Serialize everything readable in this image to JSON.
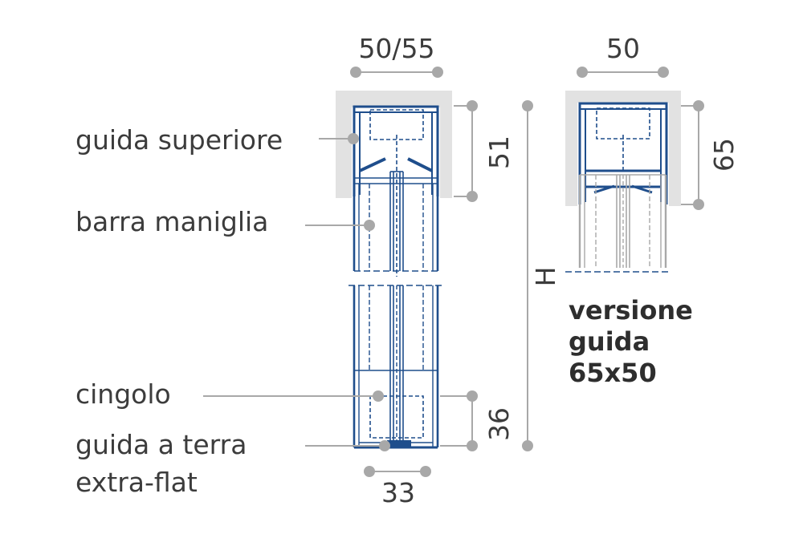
{
  "labels": {
    "top_rail": "guida superiore",
    "handle_bar": "barra maniglia",
    "belt": "cingolo",
    "ground_rail_line1": "guida a terra",
    "ground_rail_line2": "extra-flat"
  },
  "dimensions": {
    "main_width": "50/55",
    "main_top_height": "51",
    "main_bottom_height": "36",
    "bottom_width": "33",
    "total_height": "H",
    "alt_width": "50",
    "alt_height": "65"
  },
  "variant": {
    "line1": "versione",
    "line2": "guida",
    "line3": "65x50"
  },
  "colors": {
    "profile": "#1f4e8c",
    "rail_shading": "#e2e2e2",
    "dimension_gray": "#a8a8a8",
    "text": "#3c3c3c"
  }
}
